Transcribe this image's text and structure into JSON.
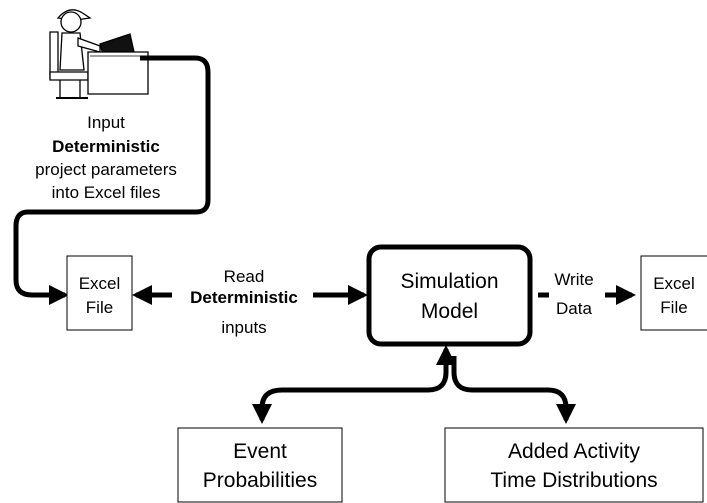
{
  "operator_note": {
    "line1": "Input",
    "line2": "Deterministic",
    "line3": "project parameters",
    "line4": "into Excel files"
  },
  "excel_in": {
    "line1": "Excel",
    "line2": "File"
  },
  "read_label": {
    "line1": "Read",
    "line2": "Deterministic",
    "line3": "inputs"
  },
  "simulation_model": {
    "line1": "Simulation",
    "line2": "Model"
  },
  "write_label": {
    "line1": "Write",
    "line2": "Data"
  },
  "excel_out": {
    "line1": "Excel",
    "line2": "File"
  },
  "event_probabilities": {
    "line1": "Event",
    "line2": "Probabilities"
  },
  "activity_distributions": {
    "line1": "Added Activity",
    "line2": "Time Distributions"
  },
  "icons": {
    "operator": "person-at-computer-icon"
  },
  "colors": {
    "stroke": "#000000",
    "background": "#ffffff"
  }
}
